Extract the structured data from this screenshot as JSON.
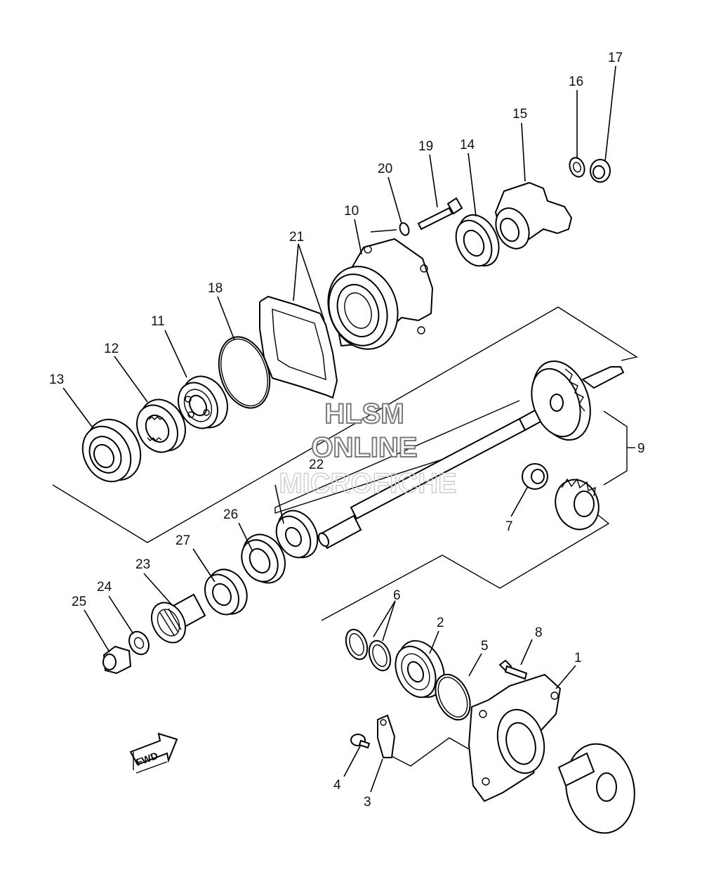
{
  "diagram": {
    "callouts": [
      {
        "id": "1",
        "text": "1"
      },
      {
        "id": "2",
        "text": "2"
      },
      {
        "id": "3",
        "text": "3"
      },
      {
        "id": "4",
        "text": "4"
      },
      {
        "id": "5",
        "text": "5"
      },
      {
        "id": "6",
        "text": "6"
      },
      {
        "id": "7",
        "text": "7"
      },
      {
        "id": "8",
        "text": "8"
      },
      {
        "id": "9",
        "text": "9"
      },
      {
        "id": "10",
        "text": "10"
      },
      {
        "id": "11",
        "text": "11"
      },
      {
        "id": "12",
        "text": "12"
      },
      {
        "id": "13",
        "text": "13"
      },
      {
        "id": "14",
        "text": "14"
      },
      {
        "id": "15",
        "text": "15"
      },
      {
        "id": "16",
        "text": "16"
      },
      {
        "id": "17",
        "text": "17"
      },
      {
        "id": "18",
        "text": "18"
      },
      {
        "id": "19",
        "text": "19"
      },
      {
        "id": "20",
        "text": "20"
      },
      {
        "id": "21",
        "text": "21"
      },
      {
        "id": "22",
        "text": "22"
      },
      {
        "id": "23",
        "text": "23"
      },
      {
        "id": "24",
        "text": "24"
      },
      {
        "id": "25",
        "text": "25"
      },
      {
        "id": "26",
        "text": "26"
      },
      {
        "id": "27",
        "text": "27"
      }
    ],
    "direction_arrow": {
      "label": "FWD",
      "icon": "fwd-arrow-icon"
    }
  },
  "watermark": {
    "line1": "HLSM",
    "line2": "ONLINE",
    "line3": "MICROFICHE",
    "stroke_color": "#7a7a7a",
    "faint_color": "#cfcfcf"
  }
}
